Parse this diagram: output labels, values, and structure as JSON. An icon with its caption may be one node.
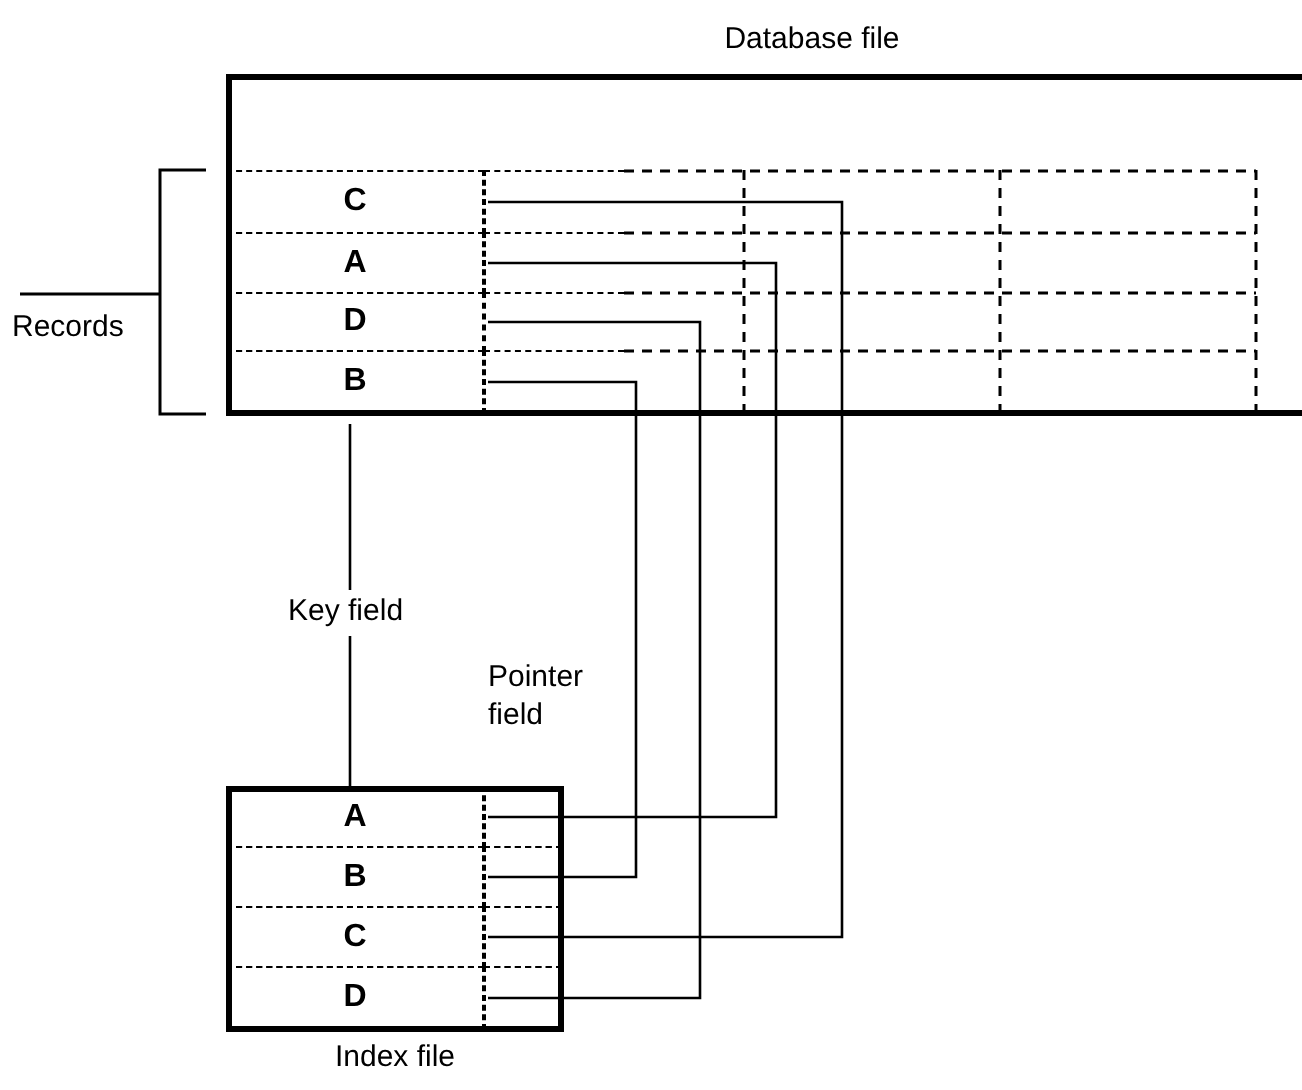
{
  "diagram": {
    "nodes": [
      {
        "text": [
          "Database file"
        ]
      },
      {
        "text": [
          "C"
        ],
        "in": 0
      },
      {
        "text": [
          "A"
        ],
        "in": 0
      },
      {
        "text": [
          "D"
        ],
        "in": 0
      },
      {
        "text": [
          "B"
        ],
        "in": 0
      },
      {
        "text": [],
        "shape": "box",
        "in": 0
      },
      {
        "text": [],
        "shape": "box",
        "in": 0
      },
      {
        "text": [],
        "shape": "box",
        "in": 0
      },
      {
        "text": [],
        "shape": "box",
        "in": 0
      },
      {
        "text": [
          "Index file"
        ]
      },
      {
        "text": [
          "A"
        ],
        "in": 9
      },
      {
        "text": [
          "B"
        ],
        "in": 9
      },
      {
        "text": [
          "C"
        ],
        "in": 9
      },
      {
        "text": [
          "D"
        ],
        "in": 9
      },
      {
        "text": [
          "Pointer field"
        ],
        "in": 9
      },
      {
        "text": [],
        "shape": "box",
        "in": 14
      },
      {
        "text": [],
        "shape": "box",
        "in": 14
      },
      {
        "text": [],
        "shape": "box",
        "in": 14
      },
      {
        "text": [],
        "shape": "box",
        "in": 14
      }
    ],
    "edges": [
      {
        "from": 0,
        "to": 9,
        "arrow": "none",
        "label": "Key field"
      },
      {
        "from": 15,
        "to": 6,
        "arrow": "none"
      },
      {
        "from": 16,
        "to": 8,
        "arrow": "none"
      },
      {
        "from": 17,
        "to": 5,
        "arrow": "none"
      },
      {
        "from": 18,
        "to": 7,
        "arrow": "none"
      }
    ],
    "labels": [
      "Records"
    ]
  }
}
